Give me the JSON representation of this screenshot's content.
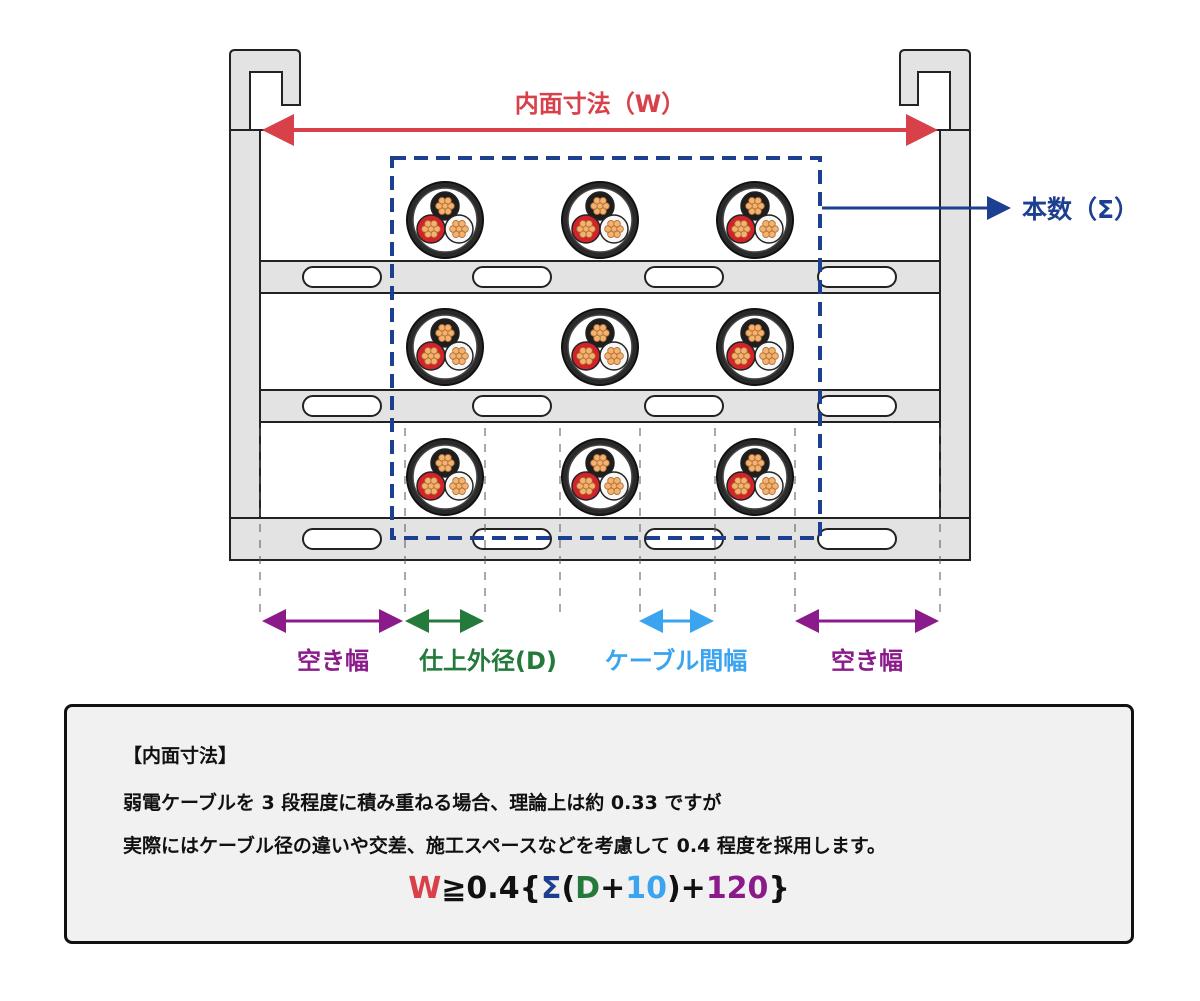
{
  "diagram": {
    "label_inner_width": "内面寸法（W）",
    "label_count": "本数（Σ）",
    "label_free_left": "空き幅",
    "label_outer_dia": "仕上外径(D)",
    "label_cable_gap": "ケーブル間幅",
    "label_free_right": "空き幅",
    "cable_rows": 3,
    "cables_per_row": 3
  },
  "note": {
    "heading": "【内面寸法】",
    "line1": "弱電ケーブルを 3 段程度に積み重ねる場合、理論上は約 0.33 ですが",
    "line2": "実際にはケーブル径の違いや交差、施工スペースなどを考慮して 0.4 程度を採用します。"
  },
  "formula": {
    "w": "W",
    "geq": "≧0.4{",
    "sigma": "Σ",
    "open": "(",
    "d": "D",
    "plus1": "+",
    "ten": "10",
    "close_plus": ")+",
    "c120": "120",
    "end": "}"
  },
  "colors": {
    "red": "#d9414a",
    "navy": "#1d3f8f",
    "purple": "#8b1a8b",
    "green": "#237a3b",
    "blue": "#3aa4f0",
    "tray": "#e3e3e3"
  }
}
